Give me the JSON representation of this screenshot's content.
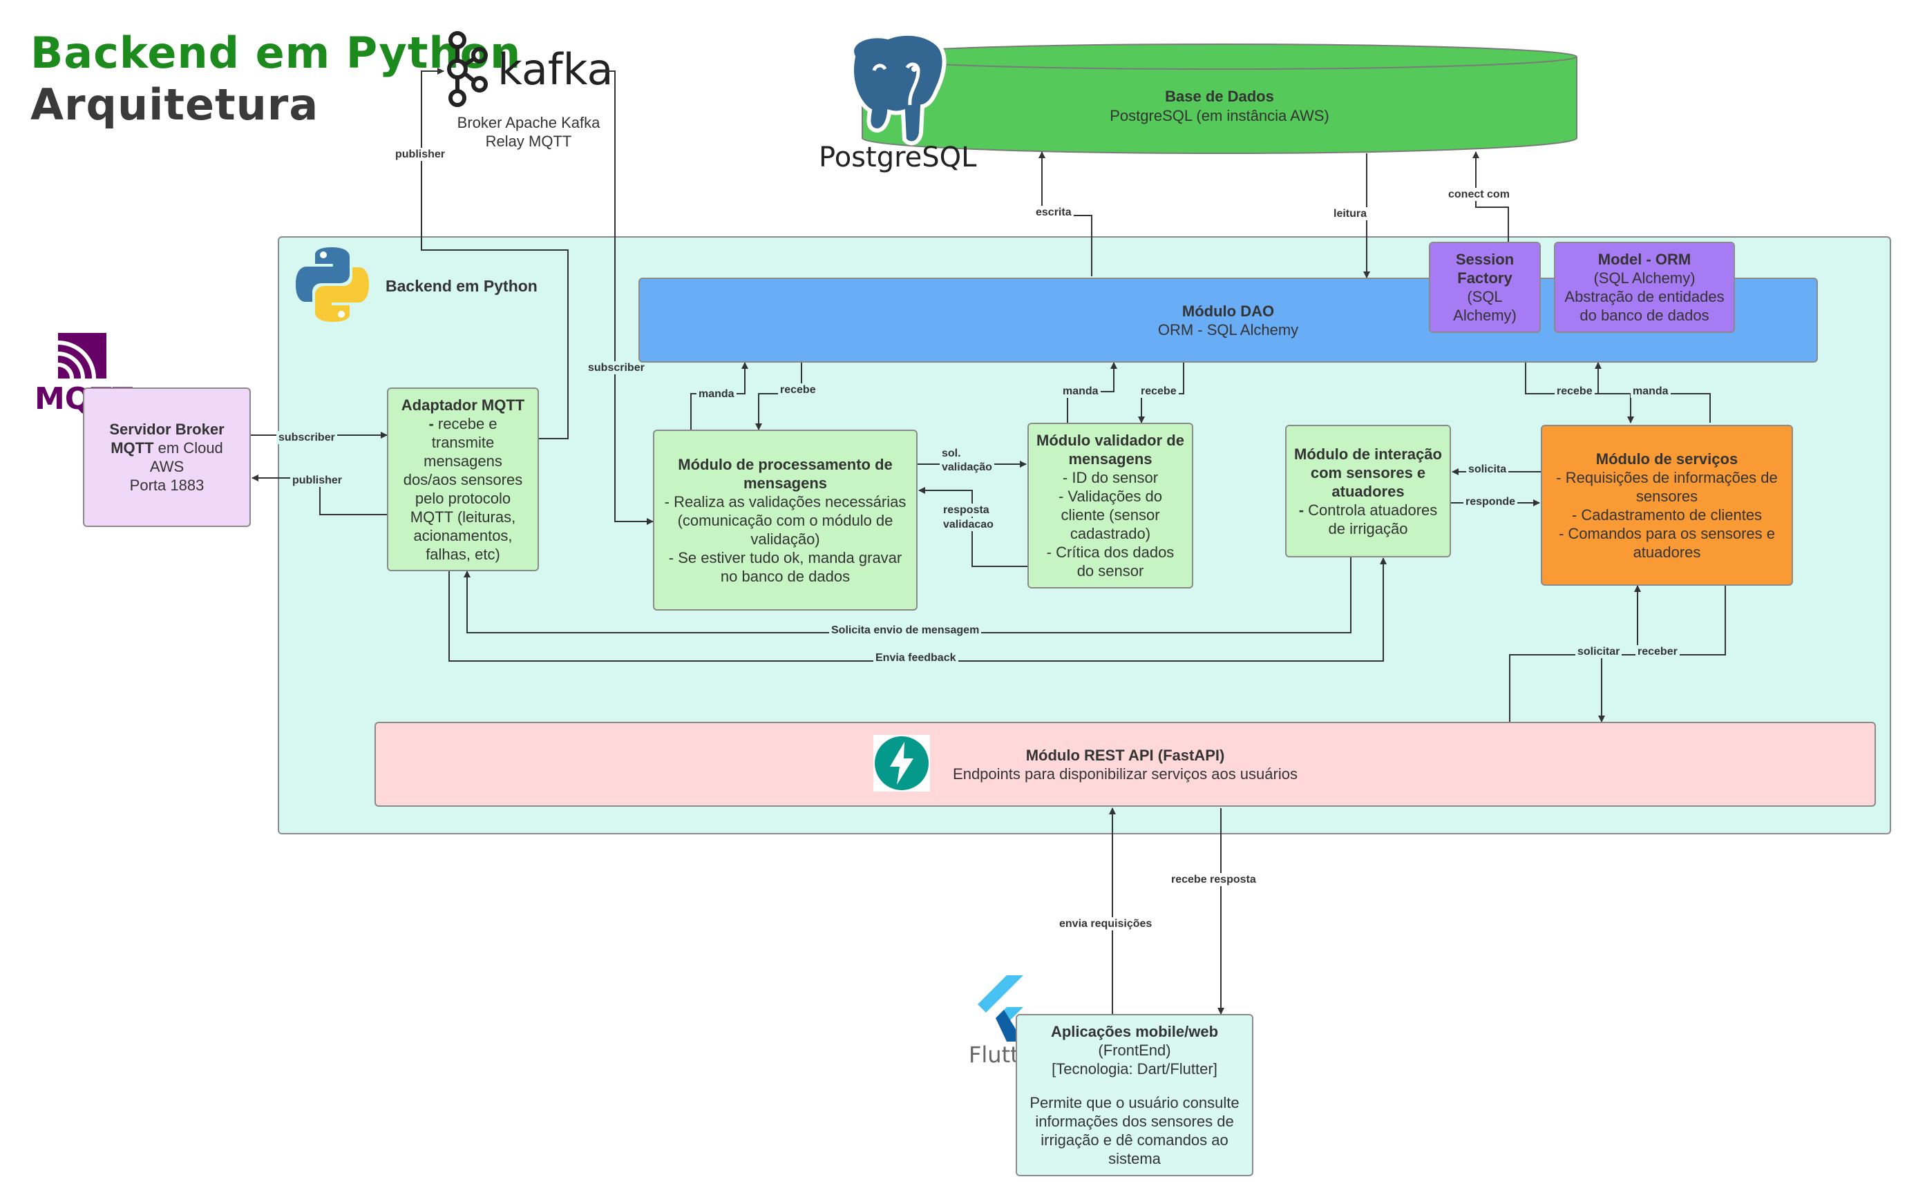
{
  "header": {
    "title": "Backend em Python",
    "subtitle": "Arquitetura"
  },
  "logos": {
    "kafka": "kafka",
    "postgres": "PostgreSQL",
    "mqtt": "MQTT",
    "flutter": "Flutter"
  },
  "kafka": {
    "line1": "Broker Apache Kafka",
    "line2": "Relay MQTT"
  },
  "database": {
    "title": "Base de Dados",
    "desc": "PostgreSQL (em instância AWS)"
  },
  "backend_container": {
    "label": "Backend em Python"
  },
  "dao": {
    "title": "Módulo DAO",
    "desc": "ORM - SQL Alchemy"
  },
  "session_factory": {
    "title1": "Session",
    "title2": "Factory",
    "desc1": "(SQL",
    "desc2": "Alchemy)"
  },
  "model_orm": {
    "title": "Model - ORM",
    "desc1": "(SQL Alchemy)",
    "desc2": "Abstração de entidades",
    "desc3": "do banco de dados"
  },
  "mqtt_server": {
    "title1": "Servidor Broker",
    "title2": "MQTT",
    "title2_rest": " em Cloud",
    "line3": "AWS",
    "line4": "Porta 1883"
  },
  "mqtt_adapter": {
    "title": "Adaptador MQTT",
    "dash": "- ",
    "line1": "recebe e",
    "line2": "transmite",
    "line3": "mensagens",
    "line4": "dos/aos sensores",
    "line5": "pelo protocolo",
    "line6": "MQTT (leituras,",
    "line7": "acionamentos,",
    "line8": "falhas, etc)"
  },
  "processing": {
    "title1": "Módulo de processamento de",
    "title2": "mensagens",
    "line1": "- Realiza as validações necessárias",
    "line2": "(comunicação com o módulo de",
    "line3": "validação)",
    "line4": "- Se estiver tudo ok, manda gravar",
    "line5": "no banco de dados"
  },
  "validator": {
    "title1": "Módulo validador de",
    "title2": "mensagens",
    "line1": "- ID do sensor",
    "line2": "- Validações do",
    "line3": "cliente (sensor",
    "line4": "cadastrado)",
    "line5": "- Crítica dos dados",
    "line6": "do sensor"
  },
  "interaction": {
    "title1": "Módulo de interação",
    "title2": "com sensores e",
    "title3": "atuadores",
    "dash": "- ",
    "line1": "Controla atuadores",
    "line2": "de irrigação"
  },
  "services": {
    "title": "Módulo de serviços",
    "line1": "- Requisições de informações de",
    "line2": "sensores",
    "line3": "- Cadastramento de clientes",
    "line4": "- Comandos para os sensores e",
    "line5": "atuadores"
  },
  "rest_api": {
    "title": "Módulo REST API (FastAPI)",
    "desc": "Endpoints para disponibilizar serviços aos usuários"
  },
  "frontend": {
    "title": "Aplicações mobile/web",
    "line1": "(FrontEnd)",
    "line2": "[Tecnologia: Dart/Flutter]",
    "line3": "Permite que o usuário consulte",
    "line4": "informações dos sensores de",
    "line5": "irrigação e dê comandos ao",
    "line6": "sistema"
  },
  "edge_labels": {
    "publisher_kafka": "publisher",
    "subscriber_kafka": "subscriber",
    "subscriber_mqtt": "subscriber",
    "publisher_mqtt": "publisher",
    "escrita": "escrita",
    "leitura": "leitura",
    "conect_com": "conect com",
    "manda_proc": "manda",
    "recebe_proc": "recebe",
    "manda_val": "manda",
    "recebe_val": "recebe",
    "recebe_serv": "recebe",
    "manda_serv": "manda",
    "sol_validacao_1": "sol.",
    "sol_validacao_2": "validação",
    "resposta_validacao_1": "resposta",
    "resposta_validacao_2": "validacao",
    "solicita": "solicita",
    "responde": "responde",
    "solicita_envio": "Solicita envio de mensagem",
    "envia_feedback": "Envia feedback",
    "solicitar": "solicitar",
    "receber": "receber",
    "envia_requisicoes": "envia requisições",
    "recebe_resposta": "recebe resposta"
  },
  "colors": {
    "title_green": "#1d8a1d",
    "container": "#d7f8f1",
    "database": "#55c959",
    "dao": "#6aadf7",
    "purple_box": "#a77bf3",
    "mqtt_server": "#f0d8f9",
    "green_box": "#c6f5c3",
    "services": "#fa9a35",
    "rest_api": "#ffd9d9",
    "frontend": "#d8f8f1",
    "mqtt_logo": "#660066",
    "postgres_blue": "#336791",
    "flutter_blue": "#46c1f2",
    "fastapi": "#05998b"
  }
}
